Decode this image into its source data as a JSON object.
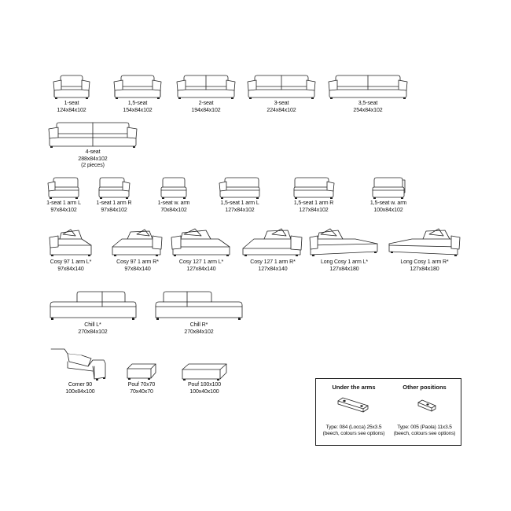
{
  "items": [
    {
      "id": "1-seat",
      "lines": [
        "1-seat",
        "124x84x102"
      ]
    },
    {
      "id": "1-5-seat",
      "lines": [
        "1,5-seat",
        "154x84x102"
      ]
    },
    {
      "id": "2-seat",
      "lines": [
        "2-seat",
        "194x84x102"
      ]
    },
    {
      "id": "3-seat",
      "lines": [
        "3-seat",
        "224x84x102"
      ]
    },
    {
      "id": "3-5-seat",
      "lines": [
        "3,5-seat",
        "254x84x102"
      ]
    },
    {
      "id": "4-seat",
      "lines": [
        "4-seat",
        "288x84x102",
        "(2 pieces)"
      ]
    },
    {
      "id": "1-seat-1-arm-l",
      "lines": [
        "1-seat 1 arm L",
        "97x84x102"
      ]
    },
    {
      "id": "1-seat-1-arm-r",
      "lines": [
        "1-seat 1 arm R",
        "97x84x102"
      ]
    },
    {
      "id": "1-seat-w-arm",
      "lines": [
        "1-seat w. arm",
        "70x84x102"
      ]
    },
    {
      "id": "1-5-seat-1-arm-l",
      "lines": [
        "1,5-seat 1 arm L",
        "127x84x102"
      ]
    },
    {
      "id": "1-5-seat-1-arm-r",
      "lines": [
        "1,5-seat 1 arm R",
        "127x84x102"
      ]
    },
    {
      "id": "1-5-seat-w-arm",
      "lines": [
        "1,5-seat w. arm",
        "100x84x102"
      ]
    },
    {
      "id": "cosy-97-1-arm-l",
      "lines": [
        "Cosy 97 1 arm L*",
        "97x84x140"
      ]
    },
    {
      "id": "cosy-97-1-arm-r",
      "lines": [
        "Cosy 97 1 arm R*",
        "97x84x140"
      ]
    },
    {
      "id": "cosy-127-1-arm-l",
      "lines": [
        "Cosy 127 1 arm L*",
        "127x84x140"
      ]
    },
    {
      "id": "cosy-127-1-arm-r",
      "lines": [
        "Cosy 127 1 arm R*",
        "127x84x140"
      ]
    },
    {
      "id": "long-cosy-1-arm-l",
      "lines": [
        "Long Cosy 1 arm L*",
        "127x84x180"
      ]
    },
    {
      "id": "long-cosy-1-arm-r",
      "lines": [
        "Long Cosy 1 arm R*",
        "127x84x180"
      ]
    },
    {
      "id": "chill-l",
      "lines": [
        "Chill L*",
        "270x84x102"
      ]
    },
    {
      "id": "chill-r",
      "lines": [
        "Chill R*",
        "270x84x102"
      ]
    },
    {
      "id": "corner-90",
      "lines": [
        "Corner 90",
        "100x84x100"
      ]
    },
    {
      "id": "pouf-70x70",
      "lines": [
        "Pouf 70x70",
        "70x40x70"
      ]
    },
    {
      "id": "pouf-100x100",
      "lines": [
        "Pouf 100x100",
        "100x40x100"
      ]
    }
  ],
  "legend": {
    "under_arms": {
      "title": "Under the arms",
      "lines": [
        "Type: 084 (Locca) 25x3.5",
        "(beech, colours see options)"
      ]
    },
    "other_positions": {
      "title": "Other positions",
      "lines": [
        "Type: 005 (Paola) 11x3.5",
        "(beech, colours see options)"
      ]
    }
  }
}
